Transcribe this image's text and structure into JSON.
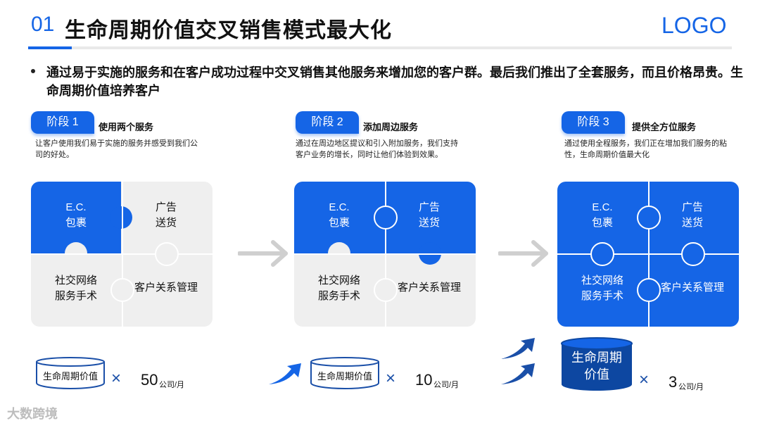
{
  "header": {
    "number": "01",
    "title": "生命周期价值交叉销售模式最大化",
    "logo": "LOGO"
  },
  "bullet": "通过易于实施的服务和在客户成功过程中交叉销售其他服务来增加您的客户群。最后我们推出了全套服务，而且价格昂贵。生命周期价值培养客户",
  "stages": [
    {
      "badge": "阶段 1",
      "title": "使用两个服务",
      "desc": "让客户使用我们易于实施的服务并感受到我们公司的好处。"
    },
    {
      "badge": "阶段 2",
      "title": "添加周边服务",
      "desc": "通过在周边地区提议和引入附加服务，我们支持客户业务的增长，同时让他们体验到效果。"
    },
    {
      "badge": "阶段 3",
      "title": "提供全方位服务",
      "desc": "通过使用全程服务，我们正在增加我们服务的粘性，生命周期价值最大化"
    }
  ],
  "pieces": {
    "ec": "E.C.\n包裹",
    "ad": "广告\n送货",
    "social": "社交网络\n服务手术",
    "crm": "客户关系管理"
  },
  "metrics": [
    {
      "label": "生命周期价值",
      "times": "×",
      "value": "50",
      "unit": "公司/月"
    },
    {
      "label": "生命周期价值",
      "times": "×",
      "value": "10",
      "unit": "公司/月"
    },
    {
      "label": "生命周期\n价值",
      "times": "×",
      "value": "3",
      "unit": "公司/月"
    }
  ],
  "watermark": "大数跨境",
  "colors": {
    "accent": "#1565e6",
    "gray_piece": "#efefef",
    "dark_cyl": "#0d47a1"
  }
}
